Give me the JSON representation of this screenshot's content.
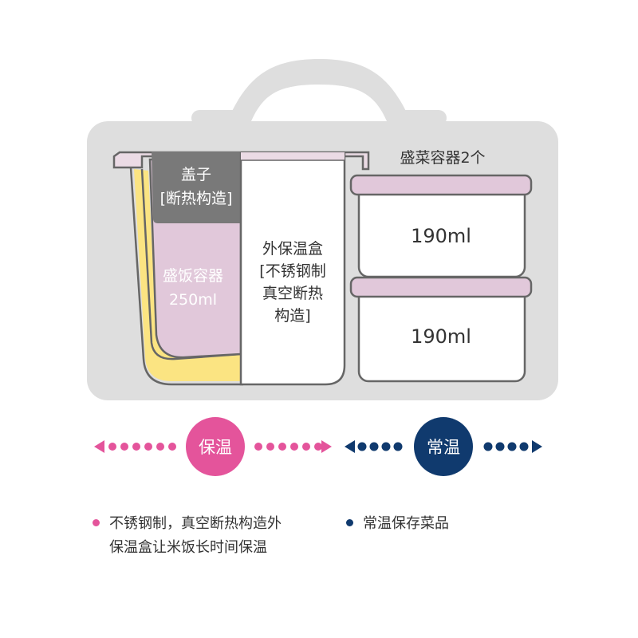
{
  "labels": {
    "lid_line1": "盖子",
    "lid_line2": "[断热构造]",
    "rice_line1": "盛饭容器",
    "rice_line2": "250ml",
    "outer_line1": "外保温盒",
    "outer_line2": "[不锈钢制",
    "outer_line3": "真空断热",
    "outer_line4": "构造]",
    "side_title": "盛菜容器2个",
    "box_top_volume": "190ml",
    "box_bottom_volume": "190ml"
  },
  "legend": {
    "warm_badge": "保温",
    "normal_badge": "常温"
  },
  "notes": {
    "warm_line1": "不锈钢制，真空断热构造外",
    "warm_line2": "保温盒让米饭长时间保温",
    "normal_line1": "常温保存菜品"
  },
  "colors": {
    "pink": "#e4549b",
    "navy": "#103a6e",
    "bag_gray": "#dedede",
    "lid_gray": "#797979",
    "rice_lilac": "#e1c8da",
    "yellow": "#fbe482",
    "outline": "#666666"
  }
}
